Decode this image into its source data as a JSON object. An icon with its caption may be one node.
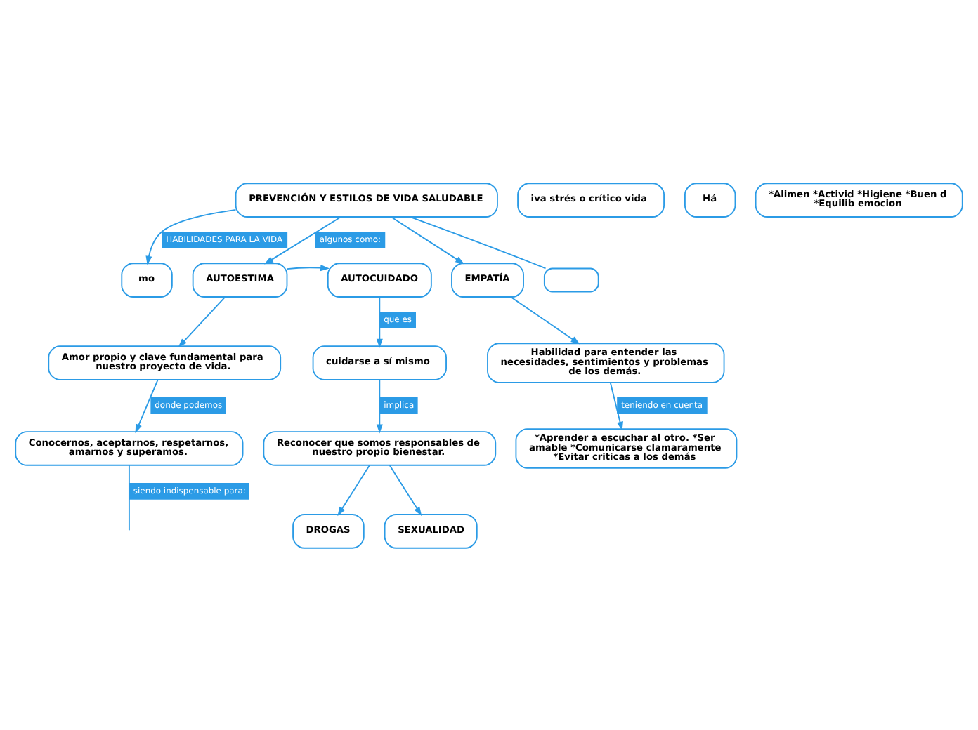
{
  "diagram": {
    "nodes": [
      {
        "text": [
          "PREVENCIÓN Y ESTILOS DE VIDA SALUDABLE"
        ]
      },
      {
        "text": [
          "mo"
        ]
      },
      {
        "text": [
          "iva strés o crítico vida"
        ]
      },
      {
        "text": [
          "AUTOCUIDADO"
        ]
      },
      {
        "text": [
          "cuidarse a sí mismo"
        ]
      },
      {
        "text": [
          "Reconocer que somos responsables de nuestro propio bienestar."
        ]
      },
      {
        "text": [
          "SEXUALIDAD"
        ]
      },
      {
        "text": [
          "DROGAS"
        ]
      },
      {
        "text": [
          "AUTOESTIMA"
        ]
      },
      {
        "text": [
          "Amor propio y clave fundamental para nuestro proyecto de vida."
        ]
      },
      {
        "text": [
          "Conocernos, aceptarnos, respetarnos, amarnos y superamos."
        ]
      },
      {
        "text": [
          "EMPATÍA"
        ]
      },
      {
        "text": [
          "Habilidad para entender las necesidades, sentimientos y problemas de los demás."
        ]
      },
      {
        "text": [
          "*Aprender a escuchar al otro. *Ser amable *Comunicarse clamaramente *Evitar criticas a los demás"
        ]
      },
      {
        "text": [],
        "shape": "box"
      },
      {
        "text": [
          "Há"
        ]
      },
      {
        "text": [
          "*Alimen *Activid *Higiene *Buen d *Equilib emocion"
        ]
      }
    ],
    "edges": [
      {
        "from": 0,
        "to": 1,
        "arrow": "to",
        "label": "HABILIDADES PARA LA VIDA"
      },
      {
        "from": 0,
        "to": 8,
        "arrow": "to",
        "label": "algunos como:"
      },
      {
        "from": 0,
        "to": 11,
        "arrow": "to"
      },
      {
        "from": 0,
        "to": 14,
        "arrow": "none"
      },
      {
        "from": 8,
        "to": 3,
        "arrow": "to"
      },
      {
        "from": 3,
        "to": 4,
        "arrow": "to",
        "label": "que es"
      },
      {
        "from": 4,
        "to": 5,
        "arrow": "to",
        "label": "implica"
      },
      {
        "from": 5,
        "to": 6,
        "arrow": "to"
      },
      {
        "from": 5,
        "to": 7,
        "arrow": "to"
      },
      {
        "from": 8,
        "to": 9,
        "arrow": "to"
      },
      {
        "from": 9,
        "to": 10,
        "arrow": "to",
        "label": "donde podemos"
      },
      {
        "from": 10,
        "to": null,
        "arrow": "none",
        "label": "siendo indispensable para:"
      },
      {
        "from": 11,
        "to": 12,
        "arrow": "to"
      },
      {
        "from": 12,
        "to": 13,
        "arrow": "to",
        "label": "teniendo en cuenta"
      }
    ]
  }
}
